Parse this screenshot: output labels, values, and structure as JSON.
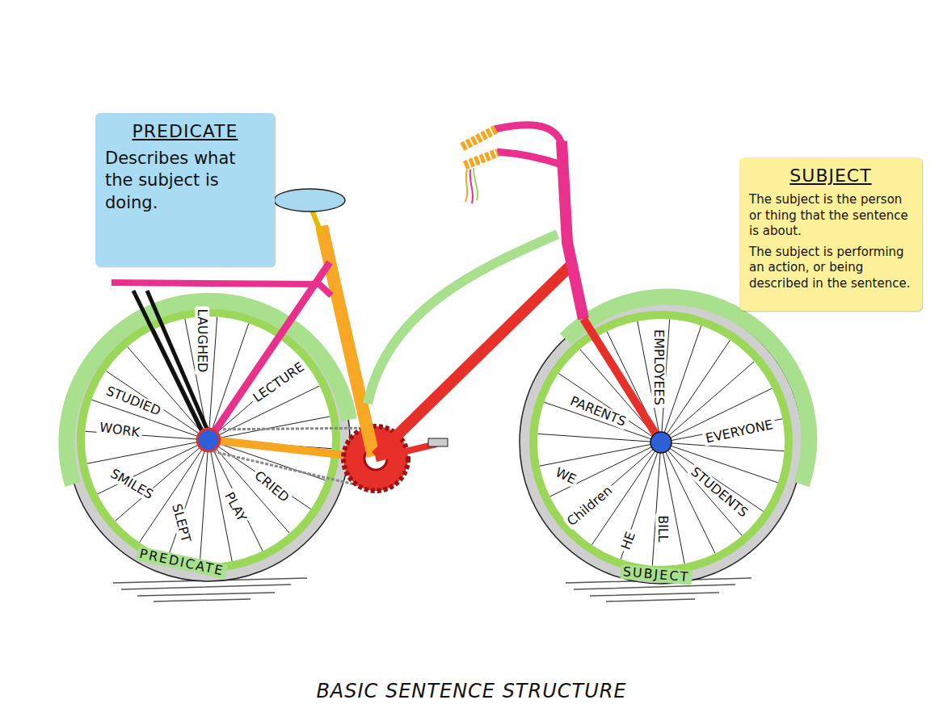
{
  "diagram": {
    "title": "BASIC SENTENCE STRUCTURE",
    "nodes": [
      {
        "text": [
          "PREDICATE",
          "Describes what the subject is doing."
        ]
      },
      {
        "text": [
          "SUBJECT",
          "The subject is the person or thing that the sentence is about.",
          "The subject is performing an action, or being described in the sentence."
        ]
      }
    ],
    "labels": [
      "LAUGHED",
      "LECTURE",
      "STUDIED",
      "WORK",
      "SMILES",
      "SLEPT",
      "PLAY",
      "CRIED",
      "PREDICATE",
      "EMPLOYEES",
      "PARENTS",
      "EVERYONE",
      "WE",
      "Children",
      "HE",
      "BILL",
      "STUDENTS",
      "SUBJECT"
    ]
  }
}
